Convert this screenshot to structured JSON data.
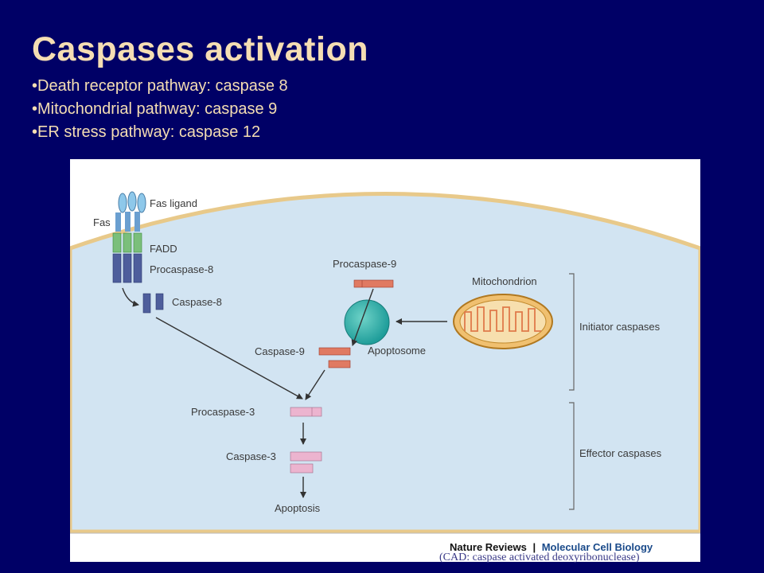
{
  "slide": {
    "title": "Caspases activation",
    "bullets": [
      "•Death receptor pathway: caspase 8",
      "•Mitochondrial pathway: caspase 9",
      "•ER stress pathway: caspase 12"
    ]
  },
  "diagram": {
    "labels": {
      "fas_ligand": "Fas ligand",
      "fas": "Fas",
      "fadd": "FADD",
      "procaspase8": "Procaspase-8",
      "caspase8": "Caspase-8",
      "procaspase9": "Procaspase-9",
      "mitochondrion": "Mitochondrion",
      "caspase9": "Caspase-9",
      "apoptosome": "Apoptosome",
      "procaspase3": "Procaspase-3",
      "caspase3": "Caspase-3",
      "apoptosis": "Apoptosis",
      "initiator": "Initiator caspases",
      "effector": "Effector caspases"
    },
    "credit_journal": "Nature Reviews",
    "credit_separator": "|",
    "credit_series": "Molecular Cell Biology"
  },
  "footer_note": "(CAD: caspase activated deoxyribonuclease)"
}
